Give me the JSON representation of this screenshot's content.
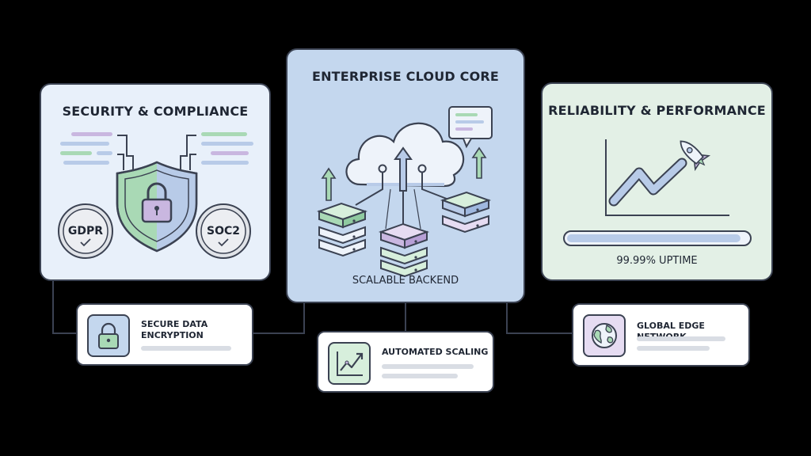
{
  "panels": {
    "security": {
      "title": "SECURITY & COMPLIANCE",
      "badges": {
        "left": "GDPR",
        "right": "SOC2"
      }
    },
    "core": {
      "title": "ENTERPRISE CLOUD CORE",
      "caption": "SCALABLE BACKEND"
    },
    "reliability": {
      "title": "RELIABILITY & PERFORMANCE",
      "uptime_label": "99.99% UPTIME",
      "uptime_fill_fraction": 0.96
    }
  },
  "features": {
    "encryption": {
      "label_line1": "SECURE DATA",
      "label_line2": "ENCRYPTION",
      "icon": "lock-icon"
    },
    "scaling": {
      "label": "AUTOMATED SCALING",
      "icon": "trend-chart-icon"
    },
    "edge": {
      "label": "GLOBAL EDGE NETWORK",
      "icon": "globe-icon"
    }
  },
  "colors": {
    "green": "#a9d9b5",
    "purple": "#c9b7e0",
    "blue": "#b8cbe8",
    "outline": "#3b4252"
  }
}
